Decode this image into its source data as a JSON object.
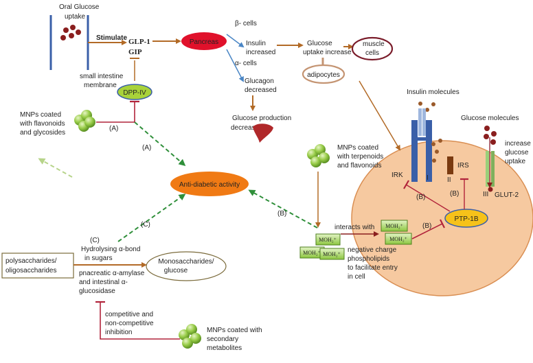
{
  "colors": {
    "cell": "#f6c9a0",
    "cell_border": "#d98e52",
    "arrow_brown": "#b26a26",
    "arrow_blue": "#4a86c5",
    "inhibit_red": "#b1233a",
    "dashed_green": "#2f8f3a",
    "pancreas": "#e0112b",
    "dppiv": "#a8d23a",
    "ptp1b": "#f6c21a",
    "antidiabetic": "#f07a14",
    "nanoparticle": "#8cc63f",
    "glucose_dot": "#8a1e1e",
    "receptor_blue": "#3a5fa8"
  },
  "gut": {
    "line1": "Oral Glucose",
    "line2": "uptake",
    "stimulate": "Stimulate",
    "glp1": "GLP-1",
    "gip": "GIP",
    "membrane1": "small intestine",
    "membrane2": "membrane",
    "dppiv": "DPP-IV"
  },
  "pancreas": {
    "label": "Pancreas",
    "beta": "β- cells",
    "alpha": "α- cells",
    "insulin1": "Insulin",
    "insulin2": "increased",
    "glucagon1": "Glucagon",
    "glucagon2": "decreased",
    "gprod1": "Glucose production",
    "gprod2": "decrease",
    "guptake1": "Glucose",
    "guptake2": "uptake increase",
    "muscle1": "muscle",
    "muscle2": "cells",
    "adipocytes": "adipocytes"
  },
  "mnp_a": {
    "line1": "MNPs coated",
    "line2": "with flavonoids",
    "line3": "and glycosides",
    "tag_solid": "(A)",
    "tag_dashed": "(A)"
  },
  "center": {
    "anti_diabetic": "Anti-diabetic activity"
  },
  "mnp_b": {
    "line1": "MNPs coated",
    "line2": "with terpenoids",
    "line3": "and flavonoids",
    "tag": "(B)",
    "interacts": "interacts with",
    "moh": "MOH₂⁺",
    "neg1": "negative charge",
    "neg2": "phospholipids",
    "neg3": "to facilitate entry",
    "neg4": "in cell",
    "tag_inner": "(B)"
  },
  "cell": {
    "insulin_molecules": "Insulin molecules",
    "glucose_molecules": "Glucose molecules",
    "increase1": "increase",
    "increase2": "glucose",
    "increase3": "uptake",
    "irk": "IRK",
    "irs": "IRS",
    "i_mark": "I",
    "ii_mark": "II",
    "iii_mark": "III",
    "glut2": "GLUT-2",
    "ptp1b": "PTP-1B",
    "tag_b1": "(B)",
    "tag_b2": "(B)"
  },
  "mnp_c": {
    "tag": "(C)",
    "hyd1": "Hydrolysing α-bond",
    "hyd2": "in sugars",
    "poly1": "polysaccharides/",
    "poly2": "oligosaccharides",
    "mono1": "Monosaccharides/",
    "mono2": "glucose",
    "enz1": "pnacreatic α-amylase",
    "enz2": "and intestinal α-",
    "enz3": "glucosidase",
    "comp1": "competitive and",
    "comp2": "non-competitive",
    "comp3": "inhibition",
    "mnp1": "MNPs coated with",
    "mnp2": "secondary",
    "mnp3": "metabolites"
  }
}
